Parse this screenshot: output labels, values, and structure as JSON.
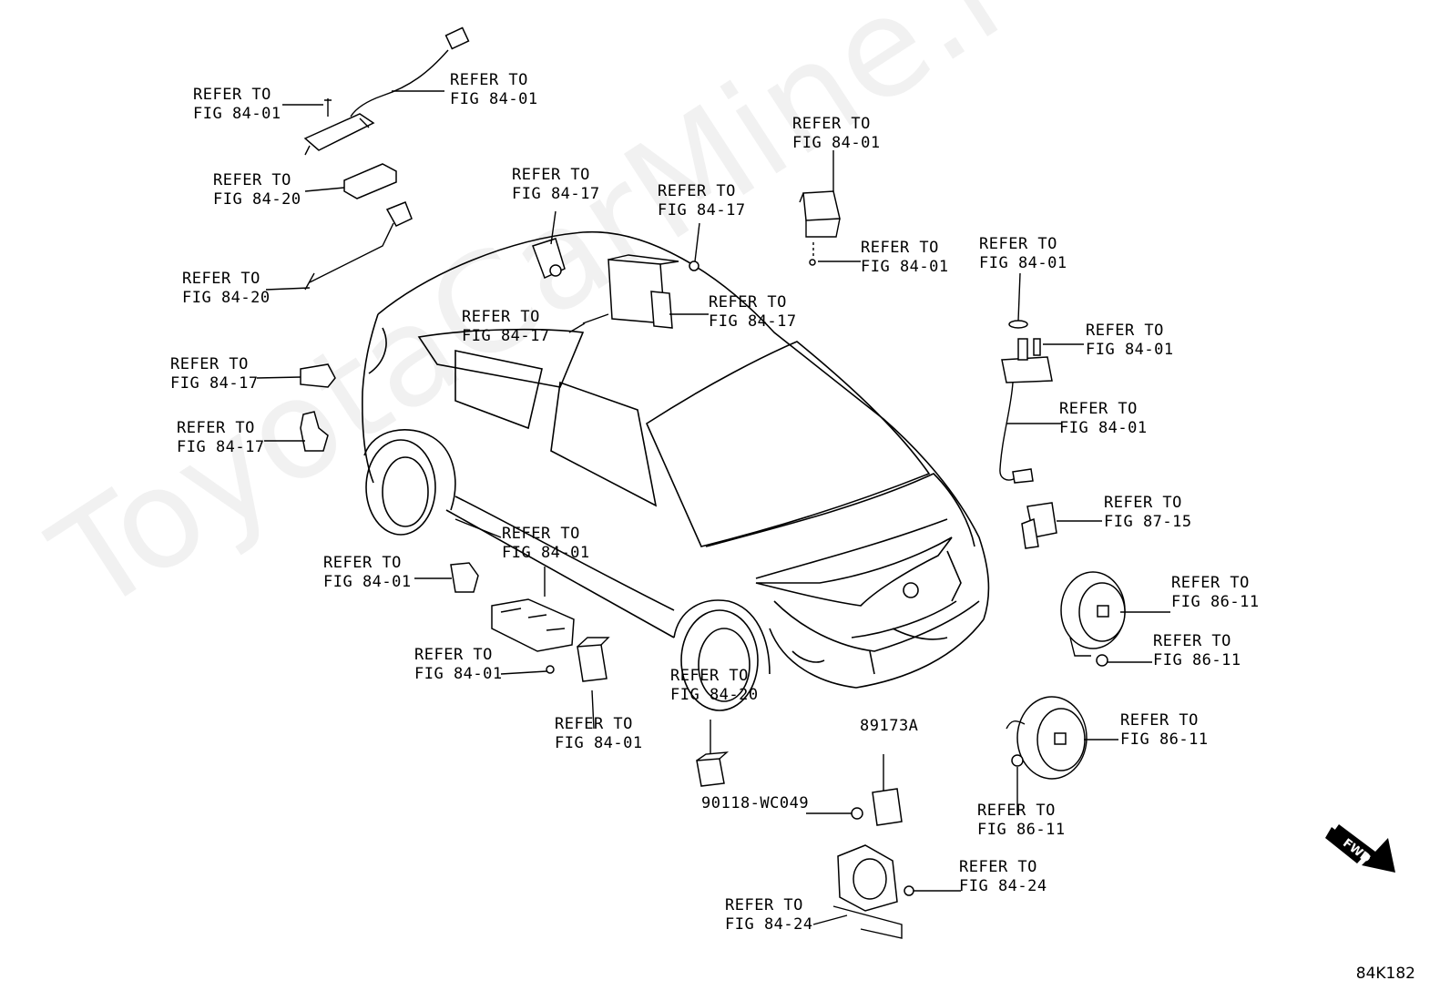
{
  "watermark": "ToyotaCarMine.ru",
  "diagram_code": "84K182",
  "fwd_label": "FWD",
  "callouts": [
    {
      "line1": "REFER TO",
      "line2": "FIG 84-01"
    },
    {
      "line1": "REFER TO",
      "line2": "FIG 84-01"
    },
    {
      "line1": "REFER TO",
      "line2": "FIG 84-20"
    },
    {
      "line1": "REFER TO",
      "line2": "FIG 84-20"
    },
    {
      "line1": "REFER TO",
      "line2": "FIG 84-17"
    },
    {
      "line1": "REFER TO",
      "line2": "FIG 84-17"
    },
    {
      "line1": "REFER TO",
      "line2": "FIG 84-17"
    },
    {
      "line1": "REFER TO",
      "line2": "FIG 84-17"
    },
    {
      "line1": "REFER TO",
      "line2": "FIG 84-17"
    },
    {
      "line1": "REFER TO",
      "line2": "FIG 84-17"
    },
    {
      "line1": "REFER TO",
      "line2": "FIG 84-01"
    },
    {
      "line1": "REFER TO",
      "line2": "FIG 84-01"
    },
    {
      "line1": "REFER TO",
      "line2": "FIG 84-01"
    },
    {
      "line1": "REFER TO",
      "line2": "FIG 84-01"
    },
    {
      "line1": "REFER TO",
      "line2": "FIG 84-01"
    },
    {
      "line1": "REFER TO",
      "line2": "FIG 87-15"
    },
    {
      "line1": "REFER TO",
      "line2": "FIG 84-01"
    },
    {
      "line1": "REFER TO",
      "line2": "FIG 84-01"
    },
    {
      "line1": "REFER TO",
      "line2": "FIG 86-11"
    },
    {
      "line1": "REFER TO",
      "line2": "FIG 84-01"
    },
    {
      "line1": "REFER TO",
      "line2": "FIG 86-11"
    },
    {
      "line1": "REFER TO",
      "line2": "FIG 84-20"
    },
    {
      "line1": "REFER TO",
      "line2": "FIG 84-01"
    },
    {
      "line1": "REFER TO",
      "line2": "FIG 86-11"
    },
    {
      "line1": "REFER TO",
      "line2": "FIG 86-11"
    },
    {
      "line1": "REFER TO",
      "line2": "FIG 84-24"
    },
    {
      "line1": "REFER TO",
      "line2": "FIG 84-24"
    }
  ],
  "part_numbers": {
    "relay": "89173A",
    "bolt": "90118-WC049"
  }
}
